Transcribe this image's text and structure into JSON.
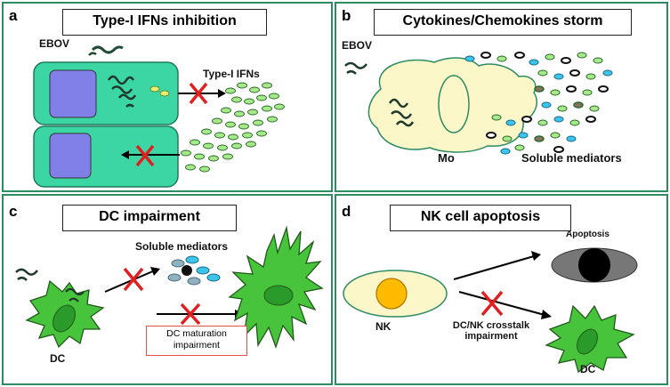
{
  "panels": {
    "a": {
      "letter": "a",
      "title": "Type-I IFNs inhibition",
      "virus_label": "EBOV",
      "ifn_label": "Type-I IFNs"
    },
    "b": {
      "letter": "b",
      "title": "Cytokines/Chemokines storm",
      "virus_label": "EBOV",
      "cell_label": "Mo",
      "mediators_label": "Soluble mediators"
    },
    "c": {
      "letter": "c",
      "title": "DC impairment",
      "mediators_label": "Soluble mediators",
      "dc_label": "DC",
      "maturation_label": "DC maturation impairment"
    },
    "d": {
      "letter": "d",
      "title": "NK cell apoptosis",
      "apoptosis_label": "Apoptosis",
      "nk_label": "NK",
      "crosstalk_label": "DC/NK crosstalk impairment",
      "dc_label": "DC"
    }
  },
  "colors": {
    "frame": "#2e8b63",
    "cell_teal": "#3cd6a4",
    "nucleus_purple": "#8080e8",
    "dc_green": "#48c43c",
    "inhibit_red": "#e02020",
    "monocyte_fill": "#fbf7c8",
    "nk_orange": "#ffbb00"
  }
}
